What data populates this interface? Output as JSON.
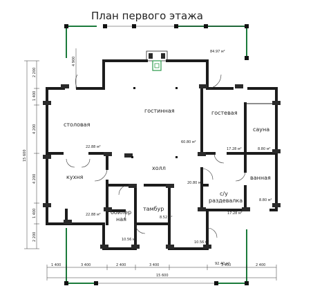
{
  "title": "План первого этажа",
  "rooms": {
    "living": "гостинная",
    "guest": "гостевая",
    "sauna": "сауна",
    "dining": "столовая",
    "kitchen": "кухня",
    "hall": "холл",
    "bathroom": "ванная",
    "wc_dressing_1": "с/у",
    "wc_dressing_2": "раздевалка",
    "boiler_1": "бойлер",
    "boiler_2": "ная",
    "vestibule": "тамбур"
  },
  "areas": {
    "terrace": "84.97 м²",
    "living": "60.80 м²",
    "guest": "17.28 м²",
    "sauna": "8.80 м²",
    "dining": "22.88 м²",
    "hall": "20.80 м²",
    "bathroom": "8.80 м²",
    "kitchen": "22.88 м²",
    "wc": "17.28 м²",
    "vestibule": "8.52 м²",
    "boiler": "10.56 м²",
    "corridor": "10.56 м²",
    "porch": "92.40 м²"
  },
  "dimensions": {
    "bottom_segments": [
      "1 400",
      "3 400",
      "2 400",
      "3 400",
      "3 400",
      "2 400"
    ],
    "bottom_total": "15 600",
    "left_segments": [
      "2 200",
      "1 400",
      "4 200",
      "4 200",
      "1 400",
      "2 200"
    ],
    "left_total": "15 600",
    "terrace_depth": "4 900"
  }
}
